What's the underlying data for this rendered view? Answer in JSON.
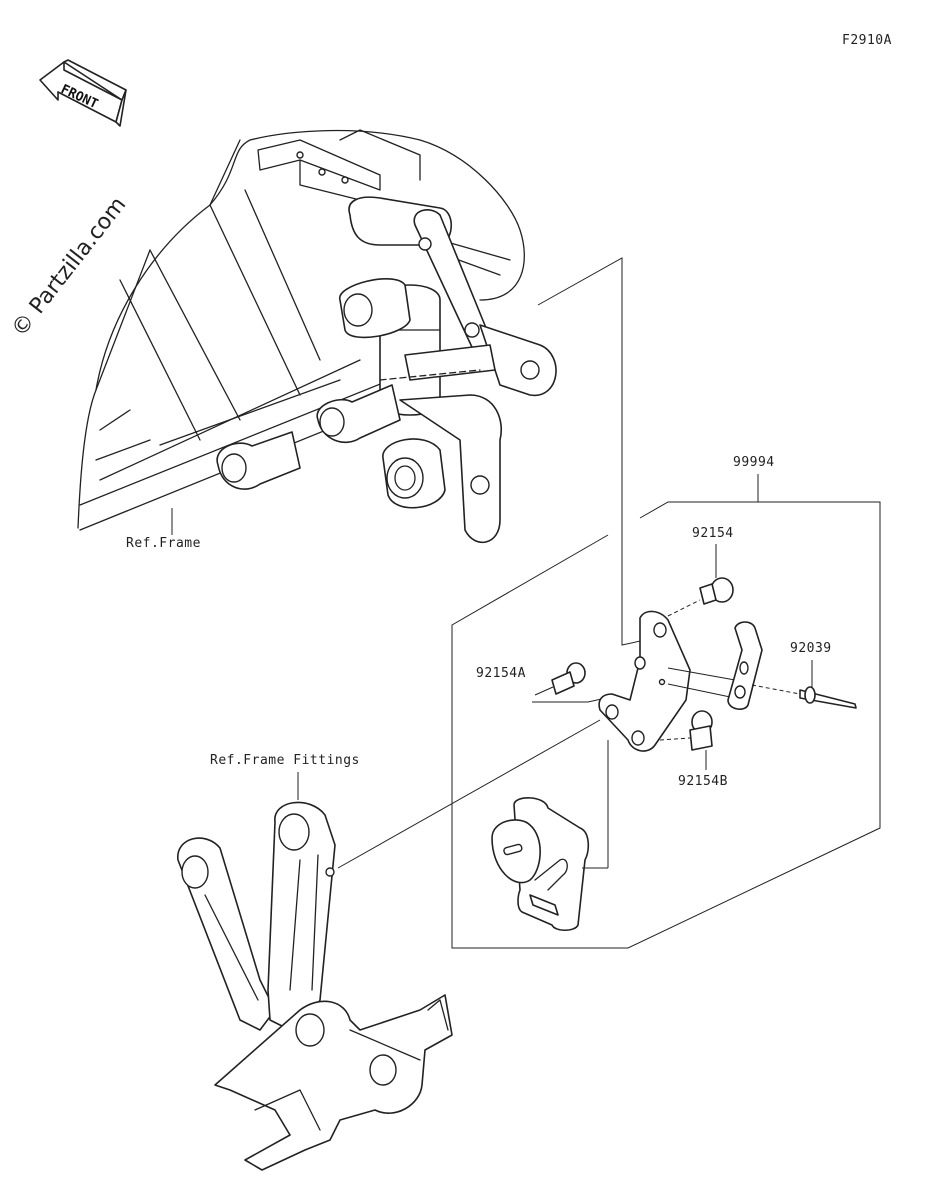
{
  "diagram": {
    "figure_code": "F2910A",
    "watermark": "© Partzilla.com",
    "front_indicator": "FRONT",
    "labels": {
      "kit": "99994",
      "bolt_upper": "92154",
      "bolt_a": "92154A",
      "bolt_b": "92154B",
      "pin": "92039",
      "ref_frame": "Ref.Frame",
      "ref_frame_fittings": "Ref.Frame Fittings"
    }
  }
}
